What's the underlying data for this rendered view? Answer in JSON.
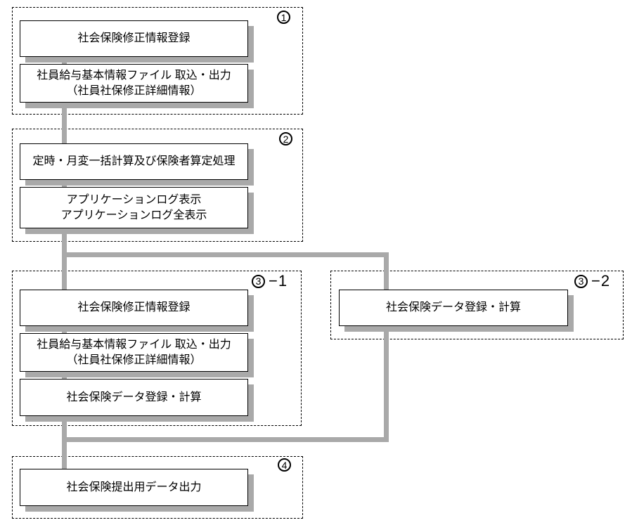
{
  "colors": {
    "background": "#ffffff",
    "connector_gray": "#a9a9a9",
    "shadow_gray": "#a9a9a9",
    "box_border": "#000000",
    "group_border_dashed": "#000000",
    "box_background": "#ffffff"
  },
  "groups": {
    "g1": {
      "number": "1",
      "suffix": "",
      "boxes": {
        "b1": {
          "line1": "社会保険修正情報登録"
        },
        "b2": {
          "line1": "社員給与基本情報ファイル 取込・出力",
          "line2": "（社員社保修正詳細情報）"
        }
      }
    },
    "g2": {
      "number": "2",
      "suffix": "",
      "boxes": {
        "b1": {
          "line1": "定時・月変一括計算及び保険者算定処理"
        },
        "b2": {
          "line1": "アプリケーションログ表示",
          "line2": "アプリケーションログ全表示"
        }
      }
    },
    "g3_1": {
      "number": "3",
      "suffix": "−1",
      "boxes": {
        "b1": {
          "line1": "社会保険修正情報登録"
        },
        "b2": {
          "line1": "社員給与基本情報ファイル 取込・出力",
          "line2": "（社員社保修正詳細情報）"
        },
        "b3": {
          "line1": "社会保険データ登録・計算"
        }
      }
    },
    "g3_2": {
      "number": "3",
      "suffix": "−2",
      "boxes": {
        "b1": {
          "line1": "社会保険データ登録・計算"
        }
      }
    },
    "g4": {
      "number": "4",
      "suffix": "",
      "boxes": {
        "b1": {
          "line1": "社会保険提出用データ出力"
        }
      }
    }
  }
}
